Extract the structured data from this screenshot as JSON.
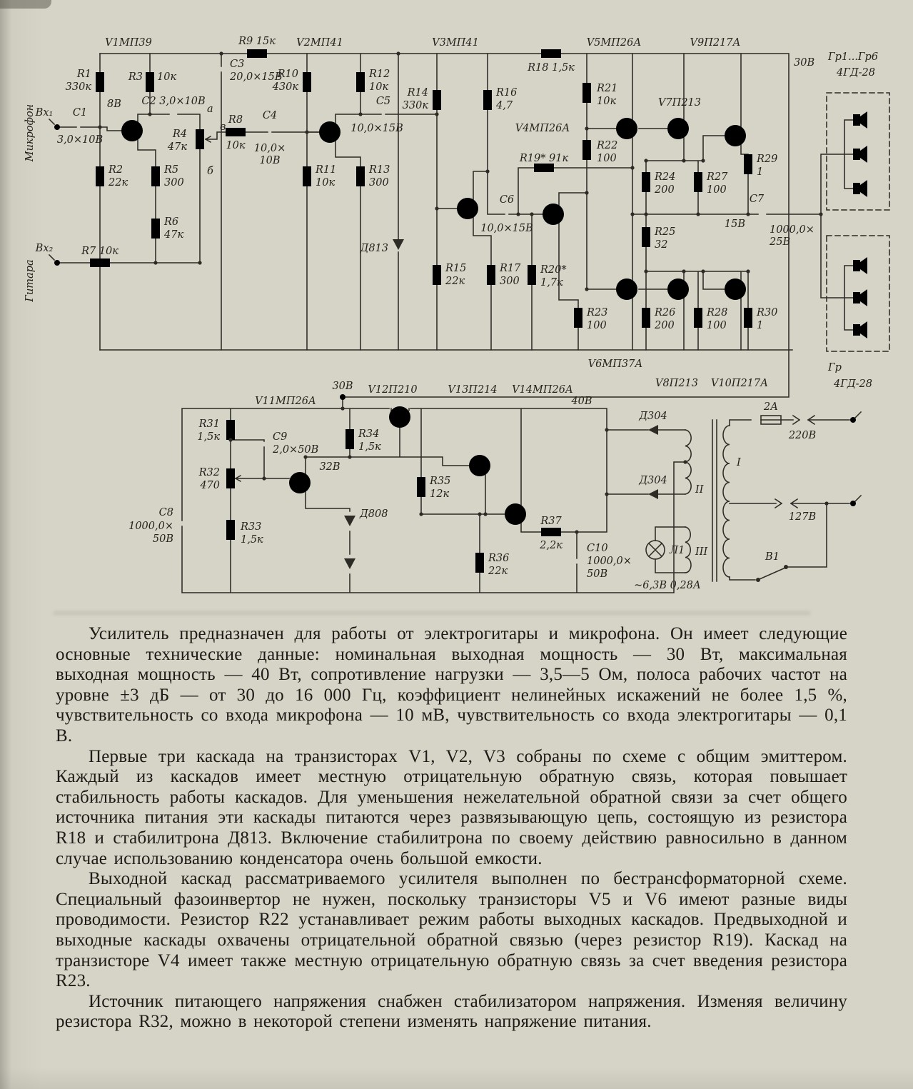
{
  "s": {
    "t": {
      "v1": "V1МП39",
      "v2": "V2МП41",
      "v3": "V3МП41",
      "v4": "V4МП26А",
      "v5": "V5МП26А",
      "v6": "V6МП37А",
      "v7": "V7П213",
      "v8": "V8П213",
      "v9": "V9П217А",
      "v10": "V10П217А",
      "v11": "V11МП26А",
      "v12": "V12П210",
      "v13": "V13П214",
      "v14": "V14МП26А"
    },
    "r": {
      "r1": "R1",
      "r1v": "330к",
      "r2": "R2",
      "r2v": "22к",
      "r3": "R3",
      "r3v": "10к",
      "r4": "R4",
      "r4v": "47к",
      "r5": "R5",
      "r5v": "300",
      "r6": "R6",
      "r6v": "47к",
      "r7": "R7 10к",
      "r8": "R8",
      "r8v": "10к",
      "r9": "R9 15к",
      "r10": "R10",
      "r10v": "430к",
      "r11": "R11",
      "r11v": "10к",
      "r12": "R12",
      "r12v": "10к",
      "r13": "R13",
      "r13v": "300",
      "r14": "R14",
      "r14v": "330к",
      "r15": "R15",
      "r15v": "22к",
      "r16": "R16",
      "r16v": "4,7",
      "r17": "R17",
      "r17v": "300",
      "r18": "R18 1,5к",
      "r19": "R19* 91к",
      "r20": "R20*",
      "r20v": "1,7к",
      "r21": "R21",
      "r21v": "10к",
      "r22": "R22",
      "r22v": "100",
      "r23": "R23",
      "r23v": "100",
      "r24": "R24",
      "r24v": "200",
      "r25": "R25",
      "r25v": "32",
      "r26": "R26",
      "r26v": "200",
      "r27": "R27",
      "r27v": "100",
      "r28": "R28",
      "r28v": "100",
      "r29": "R29",
      "r29v": "1",
      "r30": "R30",
      "r30v": "1",
      "r31": "R31",
      "r31v": "1,5к",
      "r32": "R32",
      "r32v": "470",
      "r33": "R33",
      "r33v": "1,5к",
      "r34": "R34",
      "r34v": "1,5к",
      "r35": "R35",
      "r35v": "12к",
      "r36": "R36",
      "r36v": "22к",
      "r37": "R37",
      "r37v": "2,2к"
    },
    "c": {
      "c1": "С1",
      "c1v": "3,0×10В",
      "c2": "С2 3,0×10В",
      "c3": "С3",
      "c3v": "20,0×15В",
      "c4": "С4",
      "c4v": "10,0×",
      "c4w": "10В",
      "c5": "С5",
      "c5v": "10,0×15В",
      "c6": "С6",
      "c6v": "10,0×15В",
      "c7": "С7",
      "c7v": "1000,0×",
      "c7w": "25В",
      "c8": "С8",
      "c8v": "1000,0×",
      "c8w": "50В",
      "c9": "С9",
      "c9v": "2,0×50В",
      "c10": "С10",
      "c10v": "1000,0×",
      "c10w": "50В"
    },
    "d": {
      "d813": "Д813",
      "d808": "Д808",
      "d304a": "Д304",
      "d304b": "Д304"
    },
    "m": {
      "in1": "Вх₁",
      "in2": "Вх₂",
      "mic": "Микрофон",
      "git": "Гитара",
      "u8": "8В",
      "u30": "30В",
      "u15": "15В",
      "u30b": "30В",
      "u32": "32В",
      "u40": "40В",
      "u220": "220В",
      "u127": "127В",
      "i2": "2А",
      "heat": "~6,3В 0,28А",
      "ta": "а",
      "tb": "б",
      "tv": "в",
      "gr1": "Гр1...Гр6",
      "gr1t": "4ГД-28",
      "gr2": "Гр",
      "gr2t": "4ГД-28",
      "l1": "Л1",
      "w1": "I",
      "w2": "II",
      "w3": "III",
      "b1": "В1"
    }
  },
  "article": {
    "paragraphs": [
      "Усилитель предназначен для работы от электрогитары и микрофона. Он имеет следующие основные технические данные: номинальная выходная мощность — 30 Вт, максимальная выходная мощность — 40 Вт, сопротивление нагрузки — 3,5—5 Ом, полоса рабочих частот на уровне ±3 дБ — от 30 до 16 000 Гц, коэффициент нелинейных искажений не более 1,5 %, чувствительность со входа микрофона — 10 мВ, чувствительность со входа электрогитары — 0,1 В.",
      "Первые три каскада на транзисторах V1, V2, V3 собраны по схеме с общим эмиттером. Каждый из каскадов имеет местную отрицательную обратную связь, которая повышает стабильность работы каскадов. Для уменьшения нежелательной обратной связи за счет общего источника питания эти каскады питаются через развязывающую цепь, состоящую из резистора R18 и стабилитрона Д813. Включение стабилитрона по своему действию равносильно в данном случае использованию конденсатора очень большой емкости.",
      "Выходной каскад рассматриваемого усилителя выполнен по бестрансформаторной схеме. Специальный фазоинвертор не нужен, поскольку транзисторы V5 и V6 имеют разные виды проводимости. Резистор R22 устанавливает режим работы выходных каскадов. Предвыходной и выходные каскады охвачены отрицательной обратной связью (через резистор R19). Каскад на транзисторе V4 имеет также местную отрицательную обратную связь за счет введения резистора R23.",
      "Источник питающего напряжения снабжен стабилизатором напряжения. Изменяя величину резистора R32, можно в некоторой степени изменять напряжение питания."
    ]
  }
}
